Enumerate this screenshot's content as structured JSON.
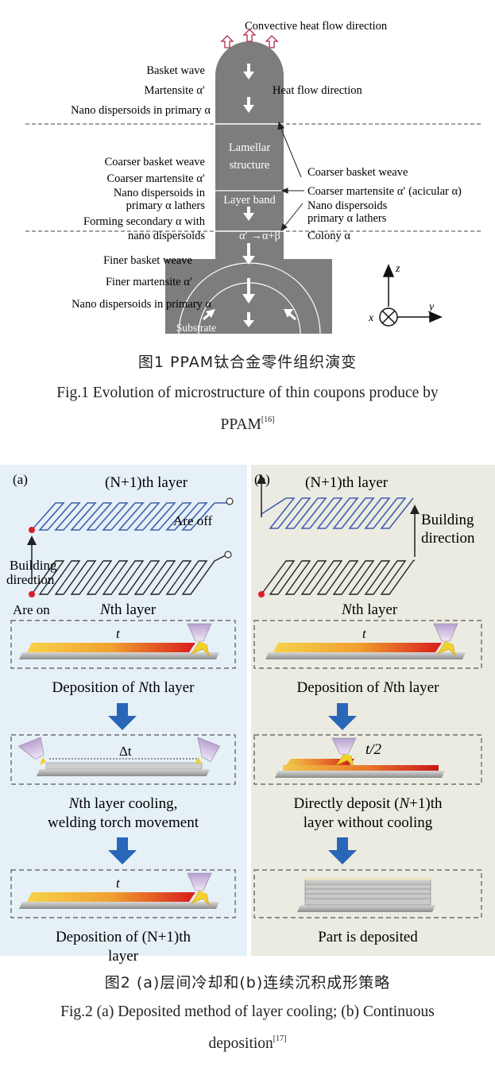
{
  "fig1": {
    "convective_label": "Convective heat flow direction",
    "heat_flow_label": "Heat flow direction",
    "left_top": [
      "Basket wave",
      "Martensite α′",
      "Nano dispersoids in primary α"
    ],
    "lamellar": [
      "Lamellar",
      "structure"
    ],
    "layer_band": "Layer band",
    "transformation": "α′ →α+β",
    "left_mid": [
      "Coarser basket weave",
      "Coarser martensite α′",
      "Nano dispersoids in",
      "primary α lathers",
      "Forming secondary α with",
      "nano dispersoids"
    ],
    "right_mid": [
      "Coarser basket weave",
      "Coarser martensite α′ (acicular α)",
      "Nano dispersoids",
      "primary α lathers",
      "Colony α"
    ],
    "left_bottom": [
      "Finer basket weave",
      "Finer martensite α′",
      "Nano dispersoids in primary α"
    ],
    "substrate": "Substrate",
    "axis_z": "z",
    "axis_y": "y",
    "axis_x": "x",
    "caption_cn": "图1   PPAM钛合金零件组织演变",
    "caption_en_line1": "Fig.1   Evolution of microstructure of thin coupons produce by",
    "caption_en_line2": "PPAM",
    "caption_ref": "[16]"
  },
  "fig2": {
    "a": {
      "panel_label": "(a)",
      "top_layer": "(N+1)th layer",
      "arc_off": "Are off",
      "building_1": "Building",
      "building_2": "direction",
      "arc_on": "Are on",
      "nth_layer": "Nth layer",
      "t1": "t",
      "step1": "Deposition of Nth layer",
      "dt": "Δt",
      "step2_1": "Nth layer cooling,",
      "step2_2": "welding torch movement",
      "t3": "t",
      "step3_1": "Deposition of (N+1)th",
      "step3_2": "layer"
    },
    "b": {
      "panel_label": "(b)",
      "top_layer": "(N+1)th layer",
      "building_1": "Building",
      "building_2": "direction",
      "nth_layer": "Nth layer",
      "t1": "t",
      "step1": "Deposition of Nth layer",
      "t2": "t/2",
      "step2_1": "Directly deposit (N+1)th",
      "step2_2": "layer without cooling",
      "step3": "Part is deposited"
    },
    "caption_cn": "图2  (a)层间冷却和(b)连续沉积成形策略",
    "caption_en_line1": "Fig.2  (a) Deposited method of layer cooling; (b) Continuous",
    "caption_en_line2": "deposition",
    "caption_ref": "[17]"
  },
  "colors": {
    "coupon": "#7d7d7d",
    "arrow_blue": "#2a66b8",
    "panel_a_bg": "#e6f0f7",
    "panel_b_bg": "#ecebe1",
    "path_blue": "#3f5fb0",
    "red_dot": "#d8202a"
  }
}
